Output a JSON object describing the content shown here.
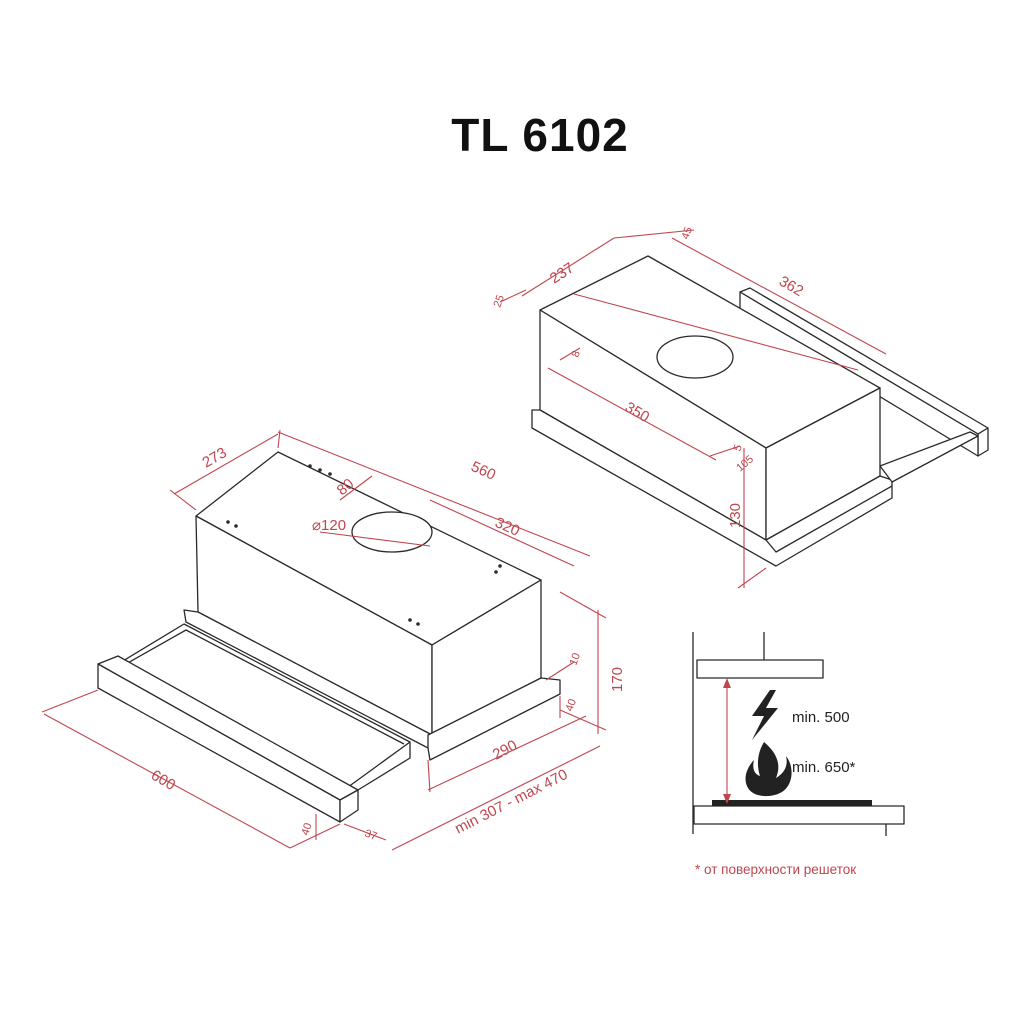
{
  "title": "TL 6102",
  "front_view": {
    "dims": {
      "d273": "273",
      "d560": "560",
      "d80": "80",
      "d120": "⌀120",
      "d320": "320",
      "d170": "170",
      "d10": "10",
      "d40": "40",
      "d290": "290",
      "d600": "600",
      "d40b": "40",
      "d37": "37",
      "travel": "min 307 - max 470"
    }
  },
  "back_view": {
    "dims": {
      "d237": "237",
      "d45": "45",
      "d362": "362",
      "d25": "25",
      "d8": "8",
      "d350": "350",
      "d5": "5",
      "d105": "105",
      "d130": "130"
    }
  },
  "installation": {
    "electric_label": "min. 500",
    "gas_label": "min. 650*",
    "footnote": "* от поверхности решеток",
    "icons": [
      "lightning-icon",
      "flame-icon"
    ]
  },
  "colors": {
    "dimension": "#c0464e",
    "outline": "#2a2a2a"
  }
}
